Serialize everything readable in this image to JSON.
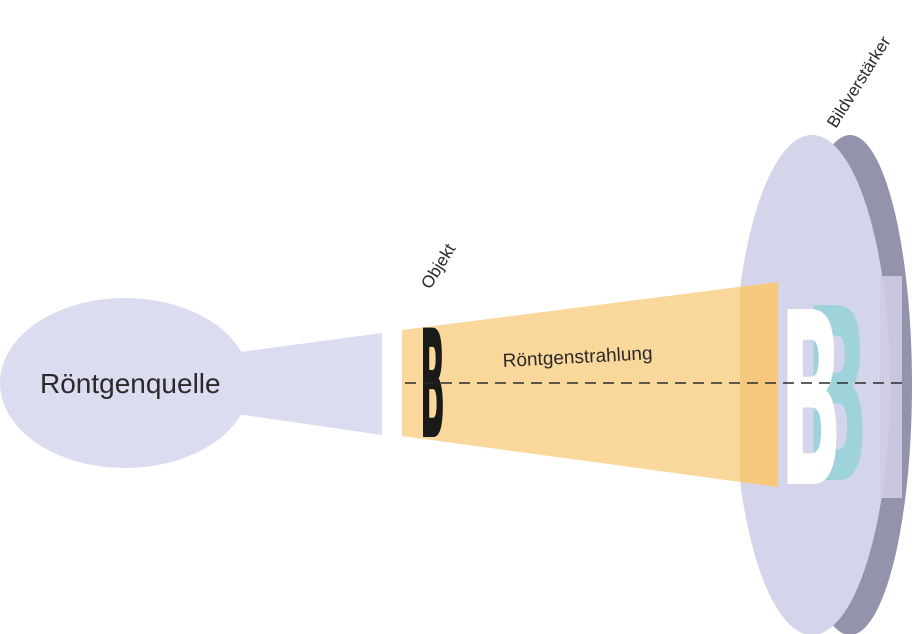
{
  "labels": {
    "source": "Röntgenquelle",
    "object": "Objekt",
    "beam": "Röntgenstrahlung",
    "intensifier": "Bildverstärker"
  },
  "glyphs": {
    "object_letter": "B",
    "image_letter": "B"
  },
  "colors": {
    "source_fill": "#dcdcf0",
    "beam_fill": "#fad79a",
    "beam_edge": "#f3c06e",
    "intensifier_face": "#d4d4ea",
    "intensifier_rim": "#9393ab",
    "object_letter": "#1a1a1a",
    "image_letter": "#ffffff",
    "image_shadow": "#9fd3dc",
    "dashed_axis": "#2a2a2a"
  },
  "icons": {
    "source": "x-ray-source-icon",
    "intensifier": "image-intensifier-disc-icon"
  }
}
